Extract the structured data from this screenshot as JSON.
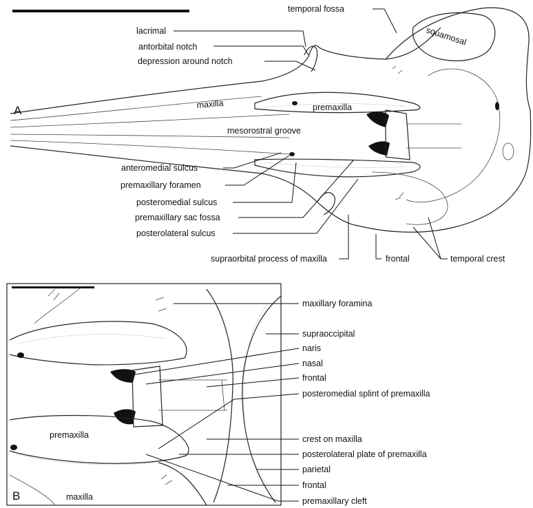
{
  "panel_a": {
    "letter": "A",
    "labels": {
      "temporal_fossa": "temporal fossa",
      "lacrimal": "lacrimal",
      "antorbital_notch": "antorbital notch",
      "depression_around_notch": "depression around notch",
      "squamosal": "squamosal",
      "maxilla": "maxilla",
      "premaxilla": "premaxilla",
      "mesorostral_groove": "mesorostral groove",
      "anteromedial_sulcus": "anteromedial sulcus",
      "premaxillary_foramen": "premaxillary foramen",
      "posteromedial_sulcus": "posteromedial sulcus",
      "premaxillary_sac_fossa": "premaxillary sac fossa",
      "posterolateral_sulcus": "posterolateral sulcus",
      "supraorbital_process": "supraorbital process of maxilla",
      "frontal": "frontal",
      "temporal_crest": "temporal crest"
    }
  },
  "panel_b": {
    "letter": "B",
    "labels": {
      "maxillary_foramina": "maxillary foramina",
      "supraoccipital": "supraoccipital",
      "naris": "naris",
      "nasal": "nasal",
      "frontal": "frontal",
      "posteromedial_splint": "posteromedial splint of premaxilla",
      "crest_on_maxilla": "crest on maxilla",
      "posterolateral_plate": "posterolateral plate of premaxilla",
      "parietal": "parietal",
      "frontal_2": "frontal",
      "premaxillary_cleft": "premaxillary cleft",
      "premaxilla": "premaxilla",
      "maxilla": "maxilla"
    }
  }
}
